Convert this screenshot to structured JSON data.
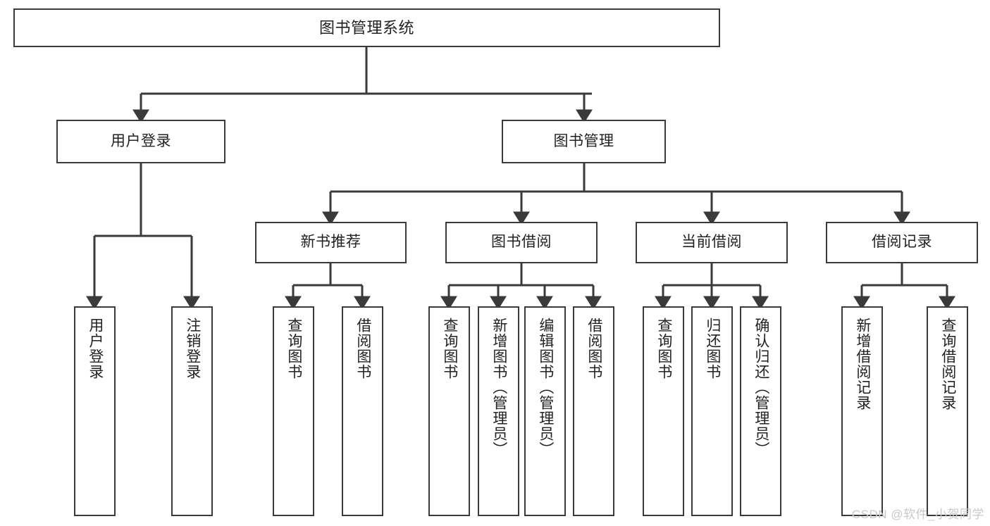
{
  "diagram": {
    "type": "tree",
    "title": "图书管理系统",
    "root": {
      "label": "图书管理系统"
    },
    "level2": [
      {
        "label": "用户登录"
      },
      {
        "label": "图书管理"
      }
    ],
    "level3": [
      {
        "label": "新书推荐"
      },
      {
        "label": "图书借阅"
      },
      {
        "label": "当前借阅"
      },
      {
        "label": "借阅记录"
      }
    ],
    "leaves": {
      "user_login": [
        {
          "label": "用户登录"
        },
        {
          "label": "注销登录"
        }
      ],
      "new_book_recommend": [
        {
          "label": "查询图书"
        },
        {
          "label": "借阅图书"
        }
      ],
      "book_borrow": [
        {
          "label": "查询图书"
        },
        {
          "label": "新增图书（管理员）"
        },
        {
          "label": "编辑图书（管理员）"
        },
        {
          "label": "借阅图书"
        }
      ],
      "current_borrow": [
        {
          "label": "查询图书"
        },
        {
          "label": "归还图书"
        },
        {
          "label": "确认归还（管理员）"
        }
      ],
      "borrow_record": [
        {
          "label": "新增借阅记录"
        },
        {
          "label": "查询借阅记录"
        }
      ]
    }
  },
  "watermark": {
    "text": "CSDN @软件_小贺同学"
  },
  "colors": {
    "stroke": "#3a3a3a",
    "text": "#222222",
    "background": "#ffffff",
    "watermark": "#c9c9c9"
  }
}
